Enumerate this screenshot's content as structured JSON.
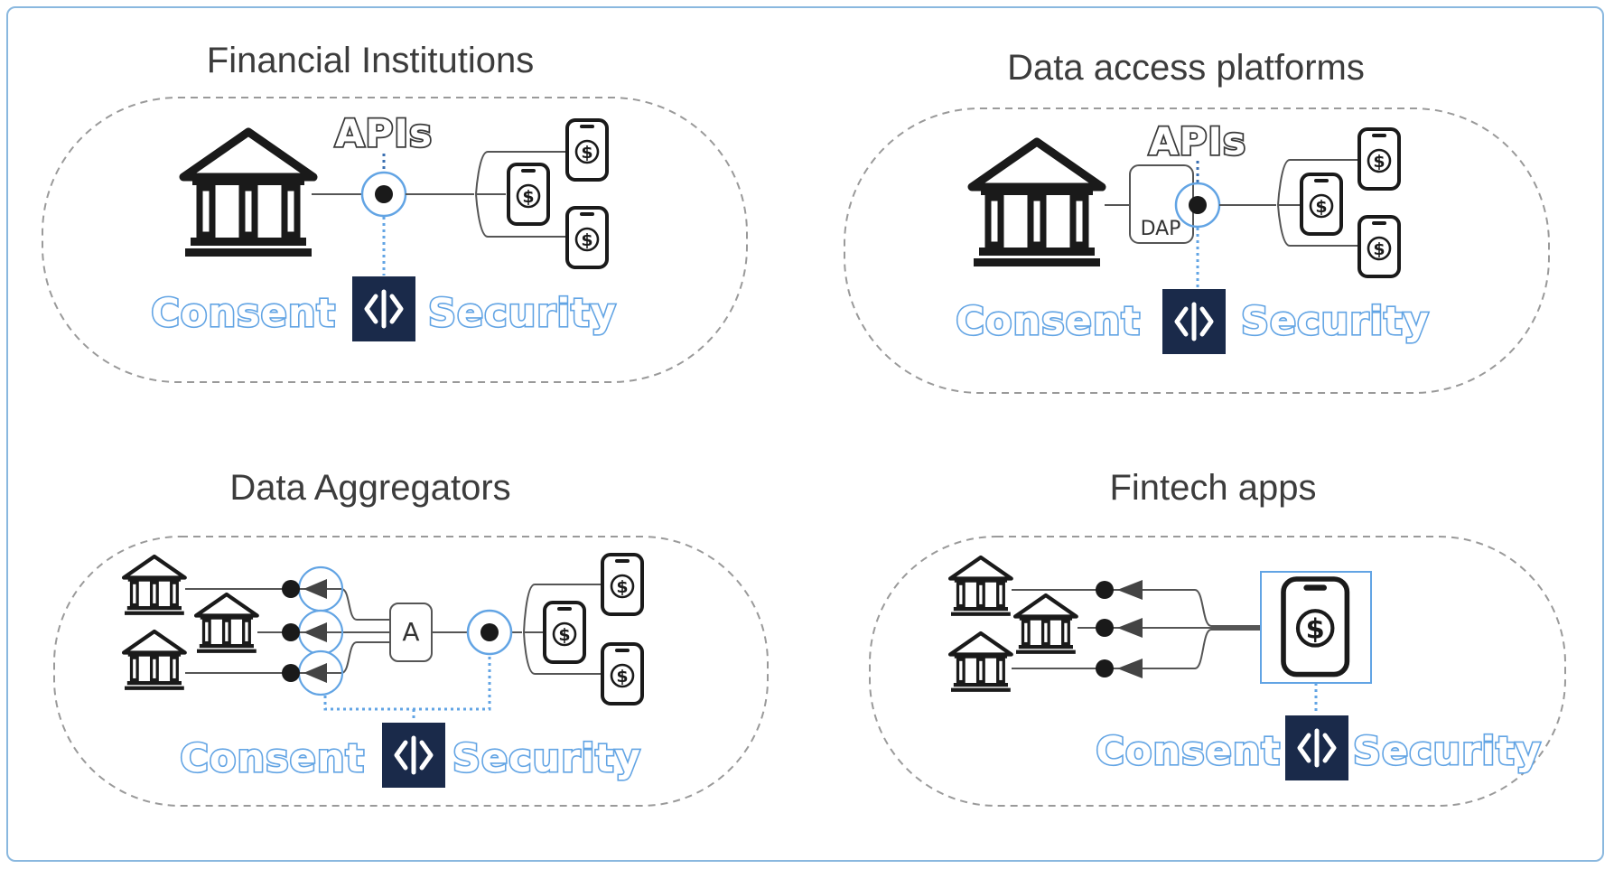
{
  "diagram": {
    "colors": {
      "accent": "#62a4e4",
      "logo_bg": "#1a2a4a",
      "frame": "#8ab8df",
      "dash": "#9a9a9a",
      "ink": "#1a1a1a"
    },
    "panels": [
      {
        "title": "Financial Institutions",
        "apis_label": "APIs",
        "consent_label": "Consent",
        "security_label": "Security"
      },
      {
        "title": "Data access platforms",
        "apis_label": "APIs",
        "box_label": "DAP",
        "consent_label": "Consent",
        "security_label": "Security"
      },
      {
        "title": "Data Aggregators",
        "box_label": "A",
        "consent_label": "Consent",
        "security_label": "Security"
      },
      {
        "title": "Fintech apps",
        "consent_label": "Consent",
        "security_label": "Security"
      }
    ]
  }
}
